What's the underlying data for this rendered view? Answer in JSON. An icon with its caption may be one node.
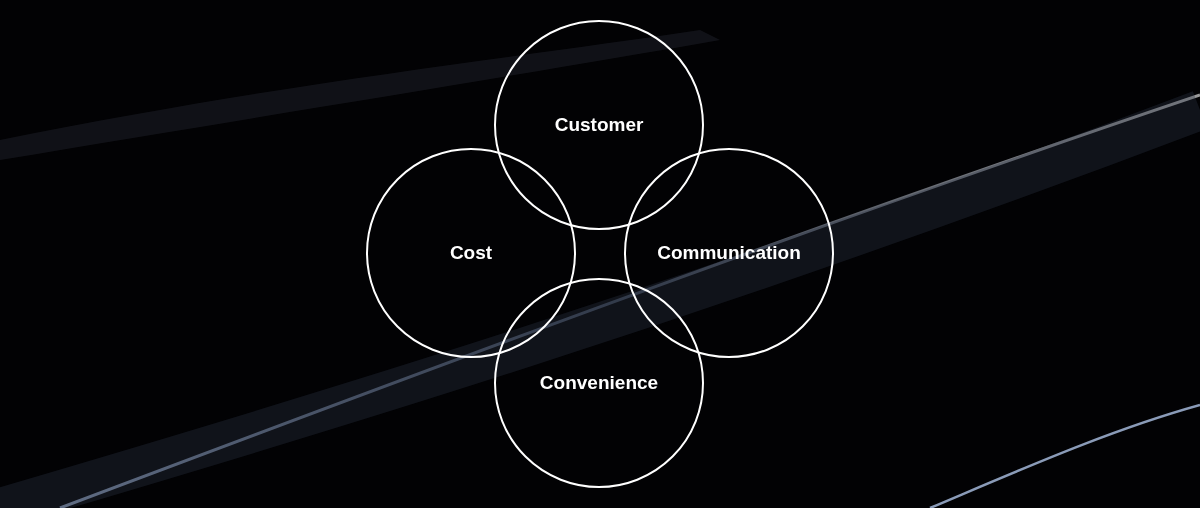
{
  "diagram": {
    "nodes": [
      {
        "text": [
          "Customer"
        ]
      },
      {
        "text": [
          "Cost"
        ]
      },
      {
        "text": [
          "Communication"
        ]
      },
      {
        "text": [
          "Convenience"
        ]
      }
    ],
    "edges": []
  }
}
